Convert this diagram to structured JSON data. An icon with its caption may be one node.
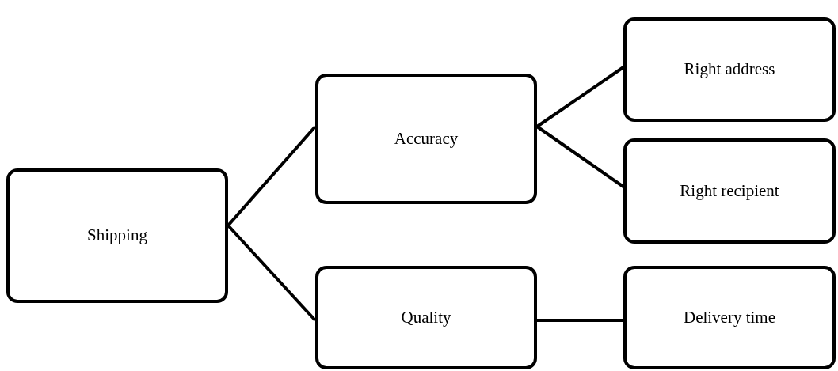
{
  "diagram": {
    "nodes": [
      {
        "text": [
          "Shipping"
        ]
      },
      {
        "text": [
          "Accuracy"
        ]
      },
      {
        "text": [
          "Quality"
        ]
      },
      {
        "text": [
          "Right address"
        ]
      },
      {
        "text": [
          "Right recipient"
        ]
      },
      {
        "text": [
          "Delivery time"
        ]
      }
    ],
    "edges": [
      {
        "from": 0,
        "to": 1,
        "arrow": "none"
      },
      {
        "from": 0,
        "to": 2,
        "arrow": "none"
      },
      {
        "from": 1,
        "to": 3,
        "arrow": "none"
      },
      {
        "from": 1,
        "to": 4,
        "arrow": "none"
      },
      {
        "from": 2,
        "to": 5,
        "arrow": "none"
      }
    ]
  }
}
